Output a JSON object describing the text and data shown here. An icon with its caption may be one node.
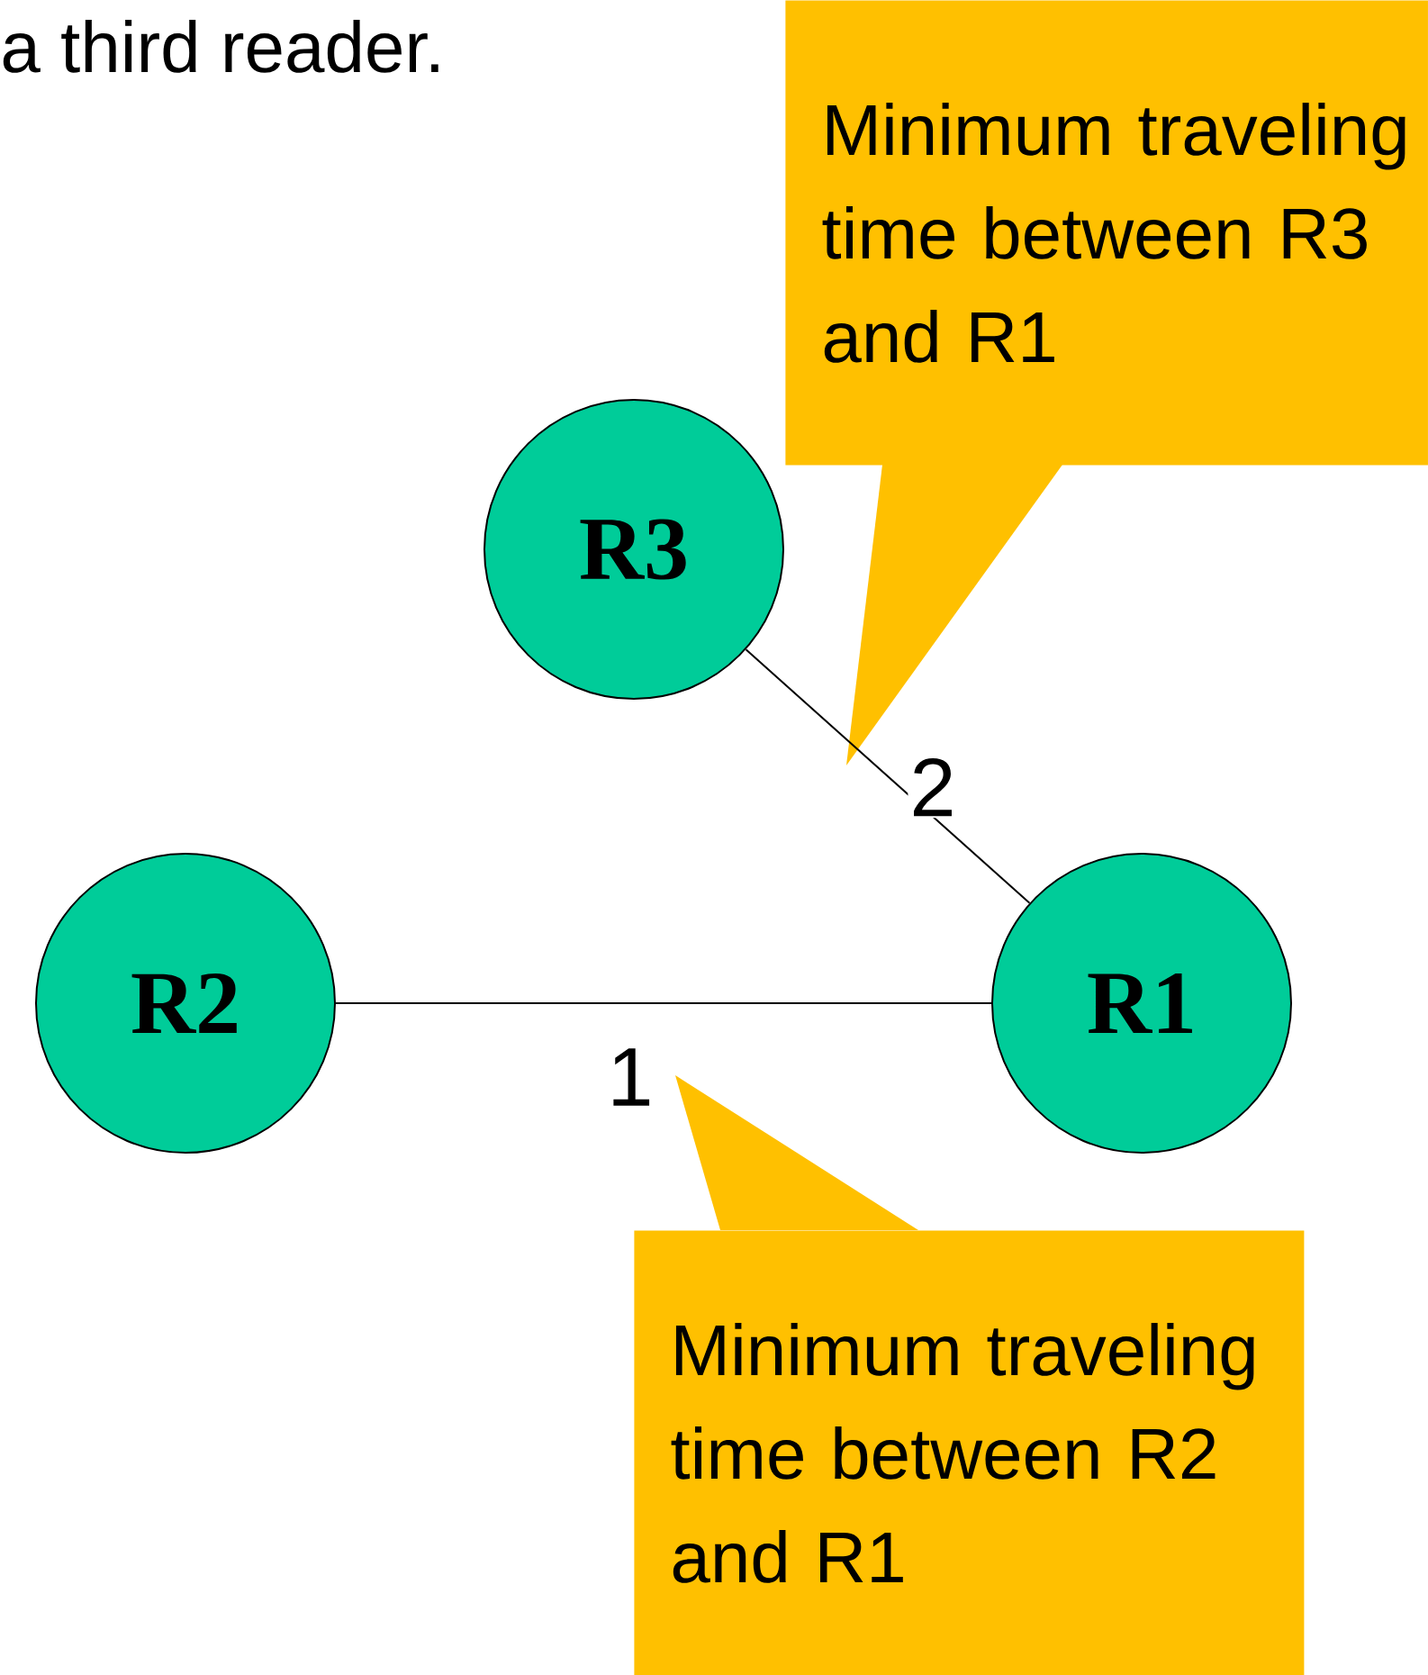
{
  "diagram": {
    "nodes": [
      {
        "text": [
          "Minimum traveling time between R3 and R1"
        ]
      },
      {
        "text": [
          "R3"
        ]
      },
      {
        "text": [
          "R2"
        ]
      },
      {
        "text": [
          "R1"
        ]
      },
      {
        "text": [
          "Minimum traveling time between R2 and R1"
        ]
      }
    ],
    "edges": [
      {
        "from": 1,
        "to": 3,
        "arrow": "none",
        "label": "2"
      },
      {
        "from": 2,
        "to": 3,
        "arrow": "none",
        "label": "1"
      }
    ],
    "labels": [
      "a third reader."
    ]
  }
}
